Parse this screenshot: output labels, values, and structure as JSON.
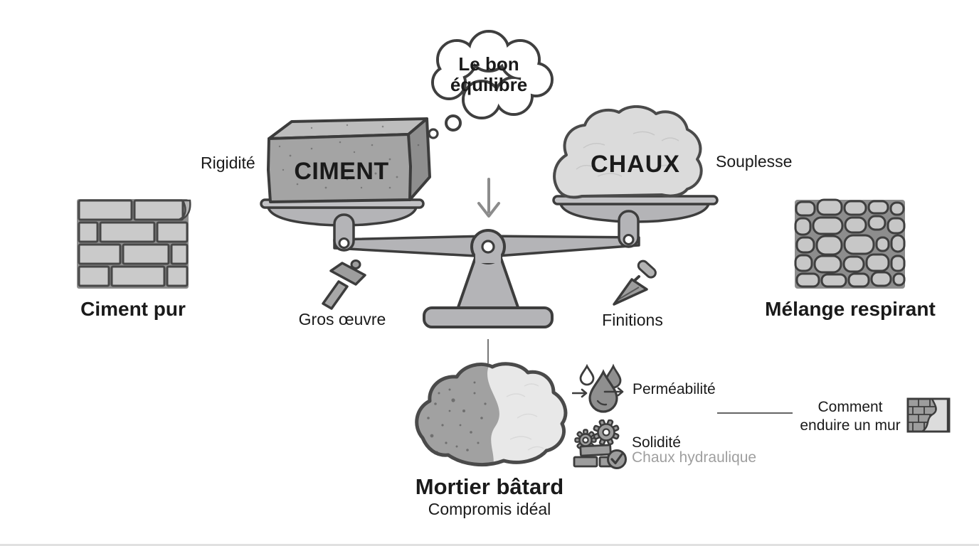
{
  "bubble": {
    "line1": "Le bon",
    "line2": "équilibre"
  },
  "scale": {
    "left_weight_label": "CIMENT",
    "left_trait": "Rigidité",
    "right_weight_label": "CHAUX",
    "right_trait": "Souplesse"
  },
  "walls": {
    "left_label": "Ciment pur",
    "right_label": "Mélange respirant"
  },
  "uses": {
    "left": "Gros œuvre",
    "right": "Finitions"
  },
  "result": {
    "title": "Mortier bâtard",
    "subtitle": "Compromis idéal"
  },
  "properties": {
    "permeability": "Perméabilité",
    "solidity": "Solidité",
    "solidity_sub": "Chaux hydraulique"
  },
  "reference": {
    "line1": "Comment",
    "line2": "enduire un mur"
  },
  "icons": [
    "thought-bubble",
    "down-arrow",
    "balance-scale",
    "cement-block",
    "lime-mound",
    "brick-wall",
    "stone-wall",
    "hammer",
    "trowel",
    "mortar-blob",
    "water-drops",
    "gears",
    "check-mark",
    "rendered-wall"
  ],
  "colors": {
    "outline": "#3d3d3d",
    "steel_gray": "#b4b4b7",
    "cement_gray": "#a4a4a4",
    "lime_light": "#dbdbdb",
    "mortar_dark": "#8d8d8d",
    "muted_text": "#9f9f9f",
    "arrow_gray": "#8c8c8c"
  }
}
